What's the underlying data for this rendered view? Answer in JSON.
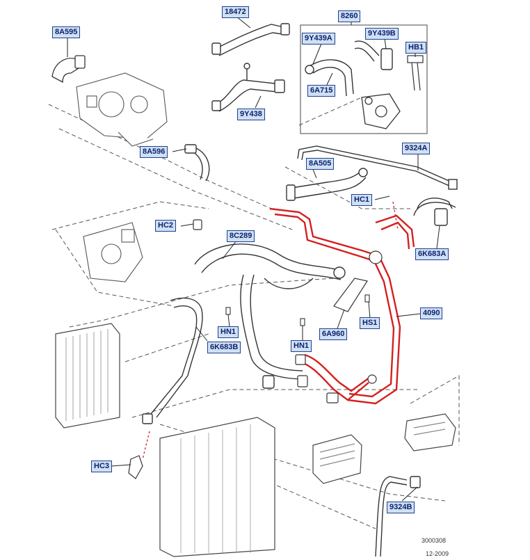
{
  "callouts": {
    "c_18472": "18472",
    "c_8260": "8260",
    "c_8A595": "8A595",
    "c_9Y439A": "9Y439A",
    "c_9Y439B": "9Y439B",
    "c_HB1": "HB1",
    "c_6A715": "6A715",
    "c_9Y438": "9Y438",
    "c_8A596": "8A596",
    "c_9324A": "9324A",
    "c_8A505": "8A505",
    "c_HC1": "HC1",
    "c_HC2": "HC2",
    "c_8C289": "8C289",
    "c_6K683A": "6K683A",
    "c_4090": "4090",
    "c_HN1a": "HN1",
    "c_6A960": "6A960",
    "c_HS1": "HS1",
    "c_6K683B": "6K683B",
    "c_HN1b": "HN1",
    "c_HC3": "HC3",
    "c_9324B": "9324B"
  },
  "footer": {
    "drawing_number": "3000308",
    "date": "12-2009"
  },
  "colors": {
    "callout_fill": "#cfe0f3",
    "callout_border": "#1f3f8f",
    "highlight": "#d42020",
    "line": "#333333"
  }
}
